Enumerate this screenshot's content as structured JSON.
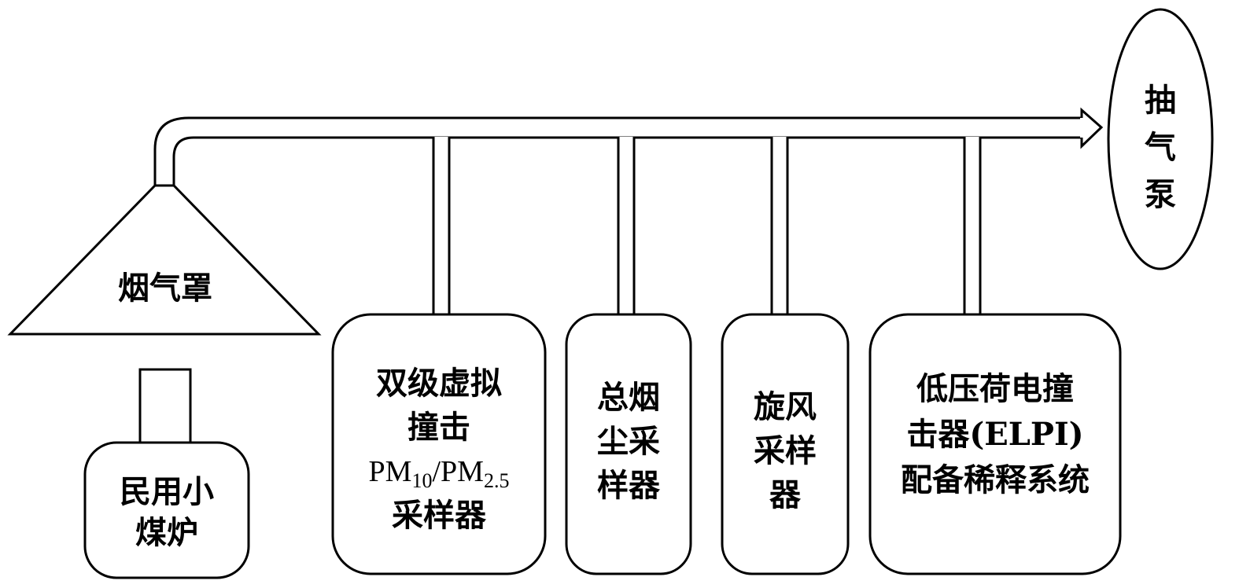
{
  "diagram": {
    "pump": {
      "lines": [
        "抽",
        "气",
        "泵"
      ]
    },
    "hood": {
      "label": "烟气罩"
    },
    "stove": {
      "lines": [
        "民用小",
        "煤炉"
      ]
    },
    "sampler_impactor": {
      "line1": "双级虚拟",
      "line2": "撞击",
      "pm_a": "PM",
      "pm_a_sub": "10",
      "slash": "/",
      "pm_b": "PM",
      "pm_b_sub": "2.5",
      "line4": "采样器"
    },
    "sampler_tsp": {
      "lines": [
        "总烟",
        "尘采",
        "样器"
      ]
    },
    "sampler_cyclone": {
      "lines": [
        "旋风",
        "采样",
        "器"
      ]
    },
    "sampler_elpi": {
      "lines": [
        "低压荷电撞",
        "击器(ELPI)",
        "配备稀释系统"
      ]
    }
  }
}
